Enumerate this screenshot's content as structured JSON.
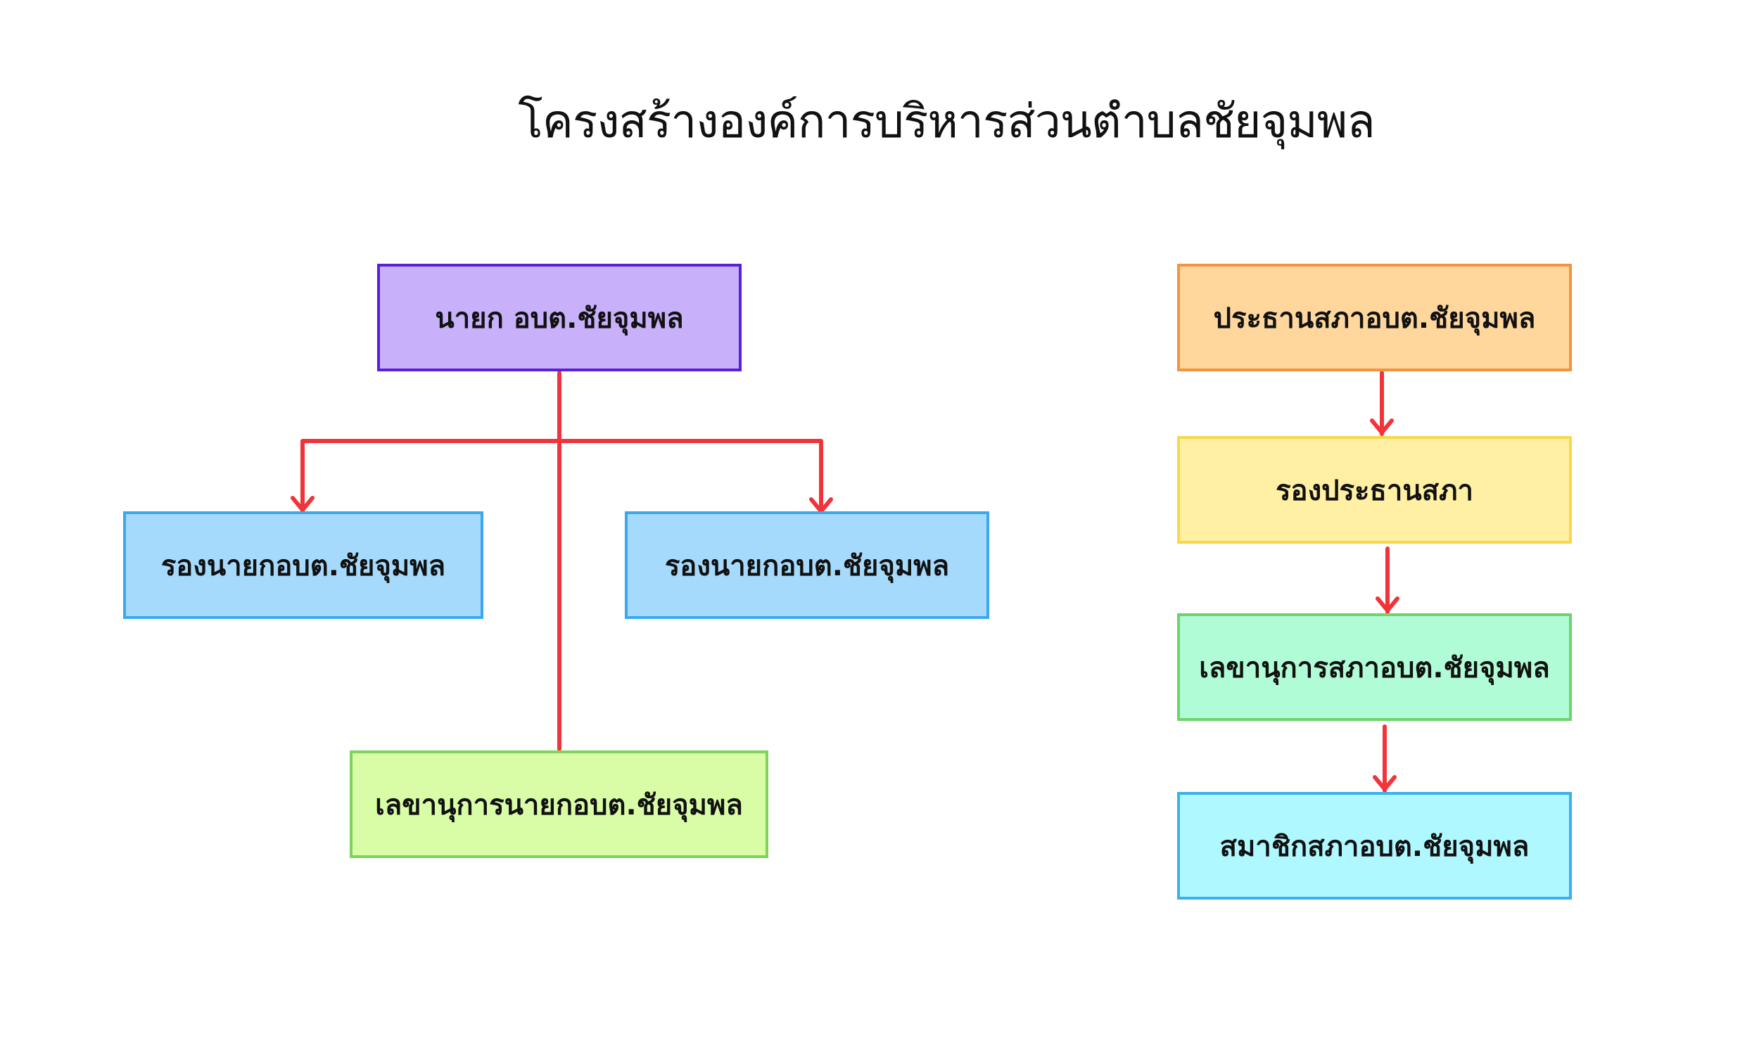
{
  "title": "โครงสร้างองค์การบริหารส่วนตำบลชัยจุมพล",
  "executive": {
    "mayor": "นายก อบต.ชัยจุมพล",
    "deputy_left": "รองนายกอบต.ชัยจุมพล",
    "deputy_right": "รองนายกอบต.ชัยจุมพล",
    "secretary": "เลขานุการนายกอบต.ชัยจุมพล"
  },
  "council": {
    "president": "ประธานสภาอบต.ชัยจุมพล",
    "vice_president": "รองประธานสภา",
    "secretary": "เลขานุการสภาอบต.ชัยจุมพล",
    "members": "สมาชิกสภาอบต.ชัยจุมพล"
  },
  "colors": {
    "mayor_fill": "#c8b0fa",
    "mayor_border": "#5b1fd6",
    "deputy_fill": "#a6dafc",
    "deputy_border": "#3aa7ee",
    "exec_secretary_fill": "#d9fca6",
    "exec_secretary_border": "#7fd35a",
    "president_fill": "#ffd79c",
    "president_border": "#f2933f",
    "vice_president_fill": "#fff0a3",
    "vice_president_border": "#f7d84a",
    "council_secretary_fill": "#b0fcd6",
    "council_secretary_border": "#6fd36b",
    "members_fill": "#b0f8ff",
    "members_border": "#3ab1ee",
    "connector": "#f0343a"
  }
}
